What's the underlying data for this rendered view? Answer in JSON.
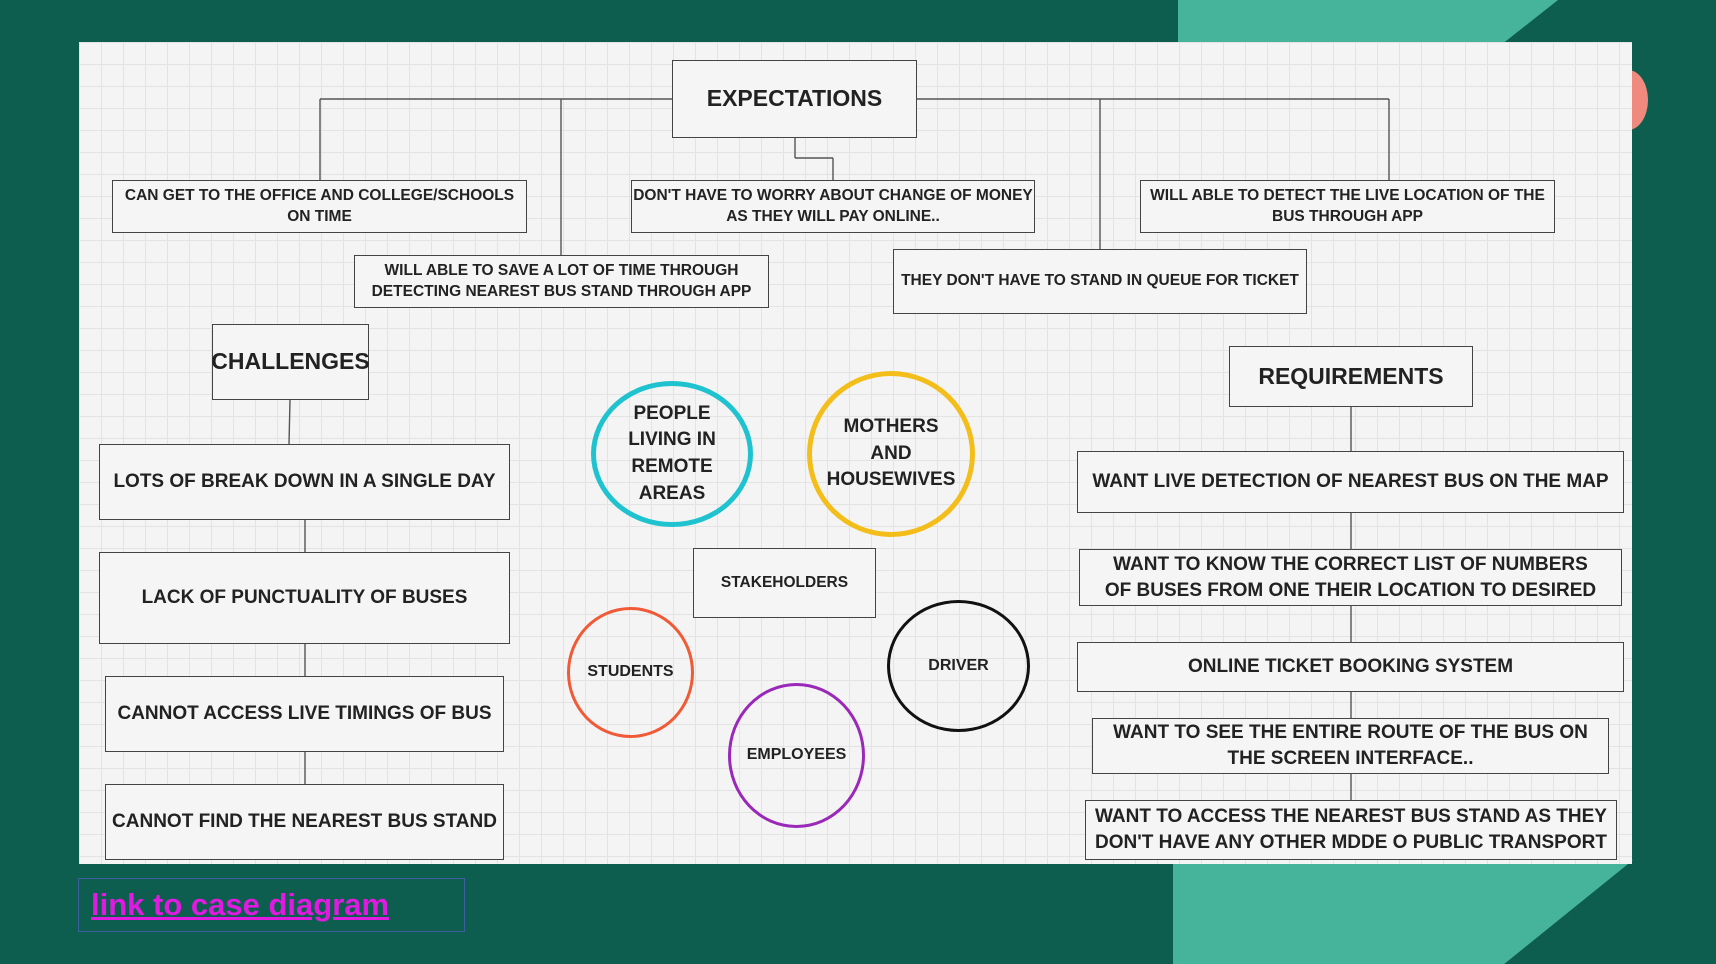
{
  "diagram": {
    "expectations": {
      "title": "EXPECTATIONS",
      "items": [
        "CAN GET TO THE OFFICE AND COLLEGE/SCHOOLS ON TIME",
        "WILL ABLE TO SAVE A LOT OF TIME THROUGH DETECTING NEAREST BUS STAND THROUGH APP",
        "DON'T HAVE TO WORRY ABOUT CHANGE OF MONEY AS THEY WILL PAY ONLINE..",
        "THEY DON'T HAVE TO STAND IN QUEUE FOR TICKET",
        "WILL ABLE TO DETECT THE LIVE LOCATION OF THE BUS THROUGH APP"
      ]
    },
    "challenges": {
      "title": "CHALLENGES",
      "items": [
        "LOTS OF BREAK DOWN IN  A SINGLE DAY",
        "LACK OF PUNCTUALITY OF BUSES",
        "CANNOT ACCESS LIVE TIMINGS OF BUS",
        "CANNOT FIND THE NEAREST BUS STAND"
      ]
    },
    "requirements": {
      "title": "REQUIREMENTS",
      "items": [
        "WANT LIVE DETECTION OF NEAREST BUS ON THE MAP",
        "WANT TO KNOW THE CORRECT LIST OF NUMBERS OF BUSES FROM ONE THEIR LOCATION TO DESIRED",
        "ONLINE TICKET BOOKING SYSTEM",
        "WANT TO SEE THE ENTIRE ROUTE OF THE BUS ON THE SCREEN INTERFACE..",
        "WANT TO ACCESS THE NEAREST BUS STAND AS THEY DON'T HAVE ANY OTHER MDDE O PUBLIC TRANSPORT"
      ]
    },
    "stakeholders": {
      "title": "STAKEHOLDERS",
      "groups": [
        {
          "label": "PEOPLE LIVING IN REMOTE AREAS",
          "color": "#1fc3cf"
        },
        {
          "label": "MOTHERS AND HOUSEWIVES",
          "color": "#f3bd1a"
        },
        {
          "label": "STUDENTS",
          "color": "#f05a36"
        },
        {
          "label": "DRIVER",
          "color": "#111111"
        },
        {
          "label": "EMPLOYEES",
          "color": "#9a28b8"
        }
      ]
    }
  },
  "link": {
    "label": "link to case diagram",
    "color": "#e01ae0"
  },
  "colors": {
    "background": "#0e5e4f",
    "accent": "#46b39b",
    "dot": "#f08a7e"
  }
}
